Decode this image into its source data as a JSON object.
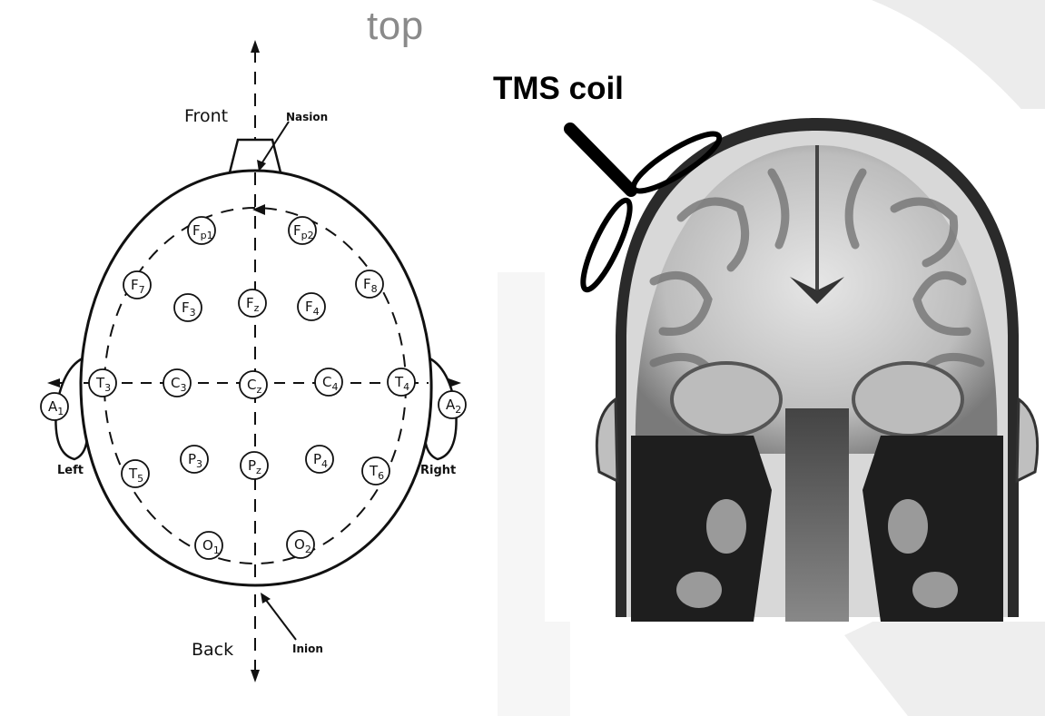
{
  "title": "top",
  "eeg_diagram": {
    "direction_labels": {
      "front": "Front",
      "back": "Back",
      "left": "Left",
      "right": "Right"
    },
    "landmarks": {
      "nasion": "Nasion",
      "inion": "Inion"
    },
    "electrodes": [
      {
        "id": "fp1",
        "base": "F",
        "sub": "p1"
      },
      {
        "id": "fp2",
        "base": "F",
        "sub": "p2"
      },
      {
        "id": "f7",
        "base": "F",
        "sub": "7"
      },
      {
        "id": "f3",
        "base": "F",
        "sub": "3"
      },
      {
        "id": "fz",
        "base": "F",
        "sub": "z"
      },
      {
        "id": "f4",
        "base": "F",
        "sub": "4"
      },
      {
        "id": "f8",
        "base": "F",
        "sub": "8"
      },
      {
        "id": "t3",
        "base": "T",
        "sub": "3"
      },
      {
        "id": "c3",
        "base": "C",
        "sub": "3"
      },
      {
        "id": "cz",
        "base": "C",
        "sub": "z"
      },
      {
        "id": "c4",
        "base": "C",
        "sub": "4"
      },
      {
        "id": "t4",
        "base": "T",
        "sub": "4"
      },
      {
        "id": "a1",
        "base": "A",
        "sub": "1"
      },
      {
        "id": "a2",
        "base": "A",
        "sub": "2"
      },
      {
        "id": "t5",
        "base": "T",
        "sub": "5"
      },
      {
        "id": "p3",
        "base": "P",
        "sub": "3"
      },
      {
        "id": "pz",
        "base": "P",
        "sub": "z"
      },
      {
        "id": "p4",
        "base": "P",
        "sub": "4"
      },
      {
        "id": "t6",
        "base": "T",
        "sub": "6"
      },
      {
        "id": "o1",
        "base": "O",
        "sub": "1"
      },
      {
        "id": "o2",
        "base": "O",
        "sub": "2"
      }
    ]
  },
  "mri_panel": {
    "coil_label": "TMS coil"
  },
  "colors": {
    "title": "#8a8a8a",
    "decor": "#ececec",
    "ink": "#111111"
  }
}
